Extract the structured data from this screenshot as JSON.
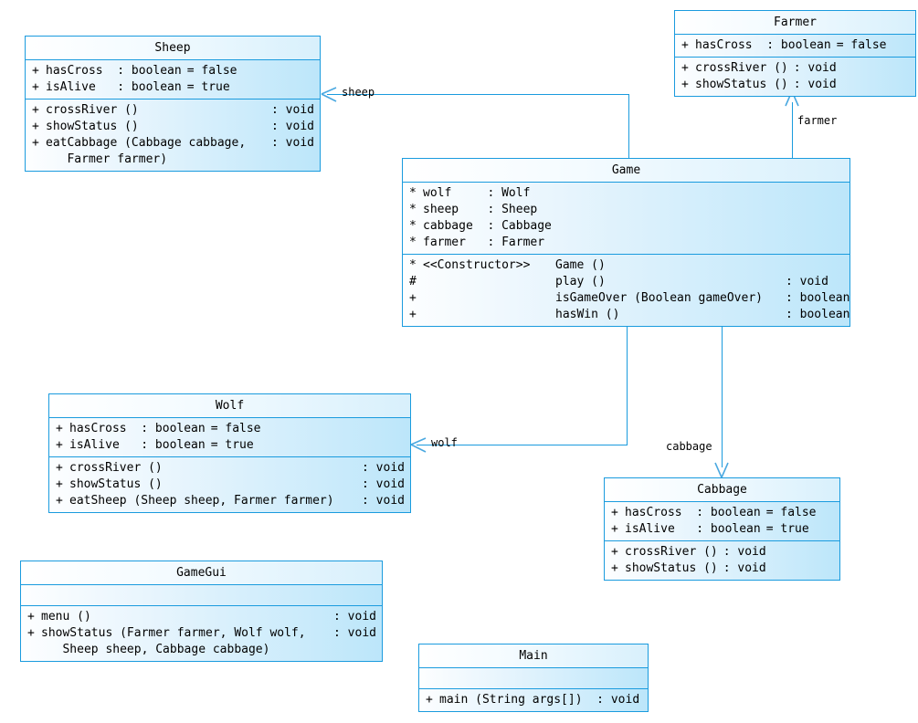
{
  "diagram": {
    "title": "UML Class Diagram",
    "accent_color": "#1a9bde",
    "fill_light": "#fdfeff",
    "fill_dark": "#bce6fa"
  },
  "classes": {
    "sheep": {
      "name": "Sheep",
      "attributes": [
        {
          "vis": "+",
          "sig": "hasCross  : boolean",
          "val": "= false"
        },
        {
          "vis": "+",
          "sig": "isAlive   : boolean",
          "val": "= true"
        }
      ],
      "methods": [
        {
          "vis": "+",
          "sig": "crossRiver ()",
          "ret": ": void"
        },
        {
          "vis": "+",
          "sig": "showStatus ()",
          "ret": ": void"
        },
        {
          "vis": "+",
          "sig": "eatCabbage (Cabbage cabbage,\n   Farmer farmer)",
          "ret": ": void"
        }
      ]
    },
    "farmer": {
      "name": "Farmer",
      "attributes": [
        {
          "vis": "+",
          "sig": "hasCross  : boolean",
          "val": "= false"
        }
      ],
      "methods": [
        {
          "vis": "+",
          "sig": "crossRiver ()",
          "ret": ": void"
        },
        {
          "vis": "+",
          "sig": "showStatus ()",
          "ret": ": void"
        }
      ]
    },
    "game": {
      "name": "Game",
      "attributes": [
        {
          "vis": "*",
          "sig": "wolf     : Wolf"
        },
        {
          "vis": "*",
          "sig": "sheep    : Sheep"
        },
        {
          "vis": "*",
          "sig": "cabbage  : Cabbage"
        },
        {
          "vis": "*",
          "sig": "farmer   : Farmer"
        }
      ],
      "methods": [
        {
          "vis": "*",
          "stereo": "<<Constructor>>",
          "sig": "Game ()",
          "ret": ""
        },
        {
          "vis": "#",
          "stereo": "",
          "sig": "play ()",
          "ret": ": void"
        },
        {
          "vis": "+",
          "stereo": "",
          "sig": "isGameOver (Boolean gameOver)",
          "ret": ": boolean"
        },
        {
          "vis": "+",
          "stereo": "",
          "sig": "hasWin ()",
          "ret": ": boolean"
        }
      ]
    },
    "wolf": {
      "name": "Wolf",
      "attributes": [
        {
          "vis": "+",
          "sig": "hasCross  : boolean",
          "val": "= false"
        },
        {
          "vis": "+",
          "sig": "isAlive   : boolean",
          "val": "= true"
        }
      ],
      "methods": [
        {
          "vis": "+",
          "sig": "crossRiver ()",
          "ret": ": void"
        },
        {
          "vis": "+",
          "sig": "showStatus ()",
          "ret": ": void"
        },
        {
          "vis": "+",
          "sig": "eatSheep (Sheep sheep, Farmer farmer)",
          "ret": ": void"
        }
      ]
    },
    "cabbage": {
      "name": "Cabbage",
      "attributes": [
        {
          "vis": "+",
          "sig": "hasCross  : boolean",
          "val": "= false"
        },
        {
          "vis": "+",
          "sig": "isAlive   : boolean",
          "val": "= true"
        }
      ],
      "methods": [
        {
          "vis": "+",
          "sig": "crossRiver ()",
          "ret": ": void"
        },
        {
          "vis": "+",
          "sig": "showStatus ()",
          "ret": ": void"
        }
      ]
    },
    "gamegui": {
      "name": "GameGui",
      "attributes": [],
      "methods": [
        {
          "vis": "+",
          "sig": "menu ()",
          "ret": ": void"
        },
        {
          "vis": "+",
          "sig": "showStatus (Farmer farmer, Wolf wolf,\n   Sheep sheep, Cabbage cabbage)",
          "ret": ": void"
        }
      ]
    },
    "main": {
      "name": "Main",
      "attributes": [],
      "methods": [
        {
          "vis": "+",
          "sig": "main (String args[])  : void"
        }
      ]
    }
  },
  "connectors": [
    {
      "id": "sheep",
      "label": "sheep",
      "from": "game",
      "to": "sheep"
    },
    {
      "id": "farmer",
      "label": "farmer",
      "from": "game",
      "to": "farmer"
    },
    {
      "id": "wolf",
      "label": "wolf",
      "from": "game",
      "to": "wolf"
    },
    {
      "id": "cabbage",
      "label": "cabbage",
      "from": "game",
      "to": "cabbage"
    }
  ]
}
